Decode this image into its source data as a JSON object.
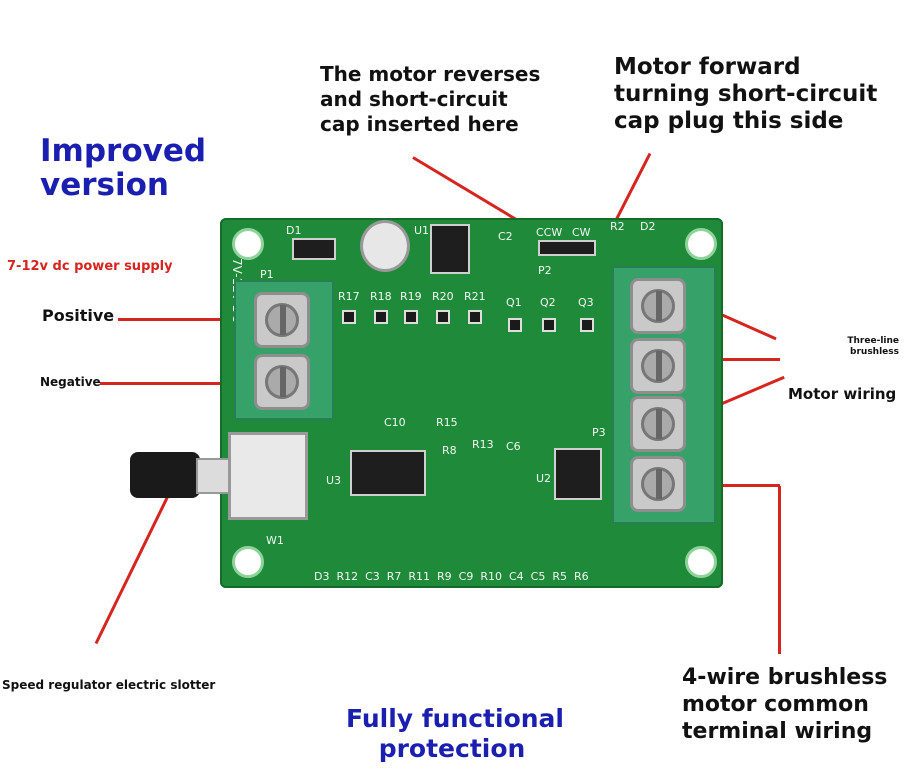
{
  "callouts": {
    "reverse": "The motor reverses\nand short-circuit\ncap inserted here",
    "forward": "Motor forward\nturning short-circuit\ncap plug this side",
    "improved": "Improved\nversion",
    "power_supply": "7-12v dc power supply",
    "positive": "Positive",
    "negative": "Negative",
    "three_line": "Three-line\nbrushless",
    "motor_wiring": "Motor wiring",
    "speed_regulator": "Speed regulator electric slotter",
    "four_wire": "4-wire brushless\nmotor common\nterminal wiring",
    "protection": "Fully functional\nprotection"
  },
  "board_silk": {
    "d1": "D1",
    "u1": "U1",
    "c2": "C2",
    "ccw": "CCW",
    "cw": "CW",
    "p2": "P2",
    "r2": "R2",
    "d2": "D2",
    "p1": "P1",
    "r17": "R17",
    "r18": "R18",
    "r19": "R19",
    "r20": "R20",
    "r21": "R21",
    "q1": "Q1",
    "q2": "Q2",
    "q3": "Q3",
    "c10": "C10",
    "r15": "R15",
    "r8": "R8",
    "r13": "R13",
    "c6": "C6",
    "u3": "U3",
    "u2": "U2",
    "p3": "P3",
    "w1": "W1",
    "bottom_row": "D3  R12  C3  R7  R11  R9  C9  R10  C4  C5  R5  R6",
    "side_text": "7V-12V DC"
  },
  "colors": {
    "board": "#1f8b3a",
    "callout_red": "#d6241f",
    "heading_blue": "#1a1fb0"
  }
}
